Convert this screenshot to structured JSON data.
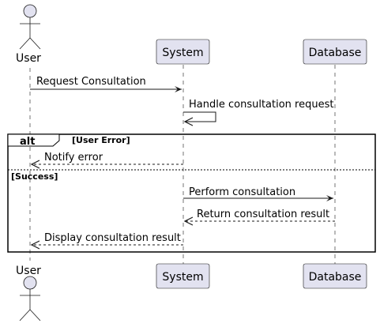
{
  "participants": {
    "user": {
      "label": "User",
      "type": "actor"
    },
    "system": {
      "label": "System",
      "type": "participant"
    },
    "database": {
      "label": "Database",
      "type": "participant"
    }
  },
  "messages": [
    {
      "label": "Request Consultation",
      "from": "User",
      "to": "System",
      "style": "solid"
    },
    {
      "label": "Handle consultation request",
      "from": "System",
      "to": "System",
      "style": "solid"
    },
    {
      "label": "Notify error",
      "from": "System",
      "to": "User",
      "style": "dashed"
    },
    {
      "label": "Perform consultation",
      "from": "System",
      "to": "Database",
      "style": "solid"
    },
    {
      "label": "Return consultation result",
      "from": "Database",
      "to": "System",
      "style": "dashed"
    },
    {
      "label": "Display consultation result",
      "from": "System",
      "to": "User",
      "style": "dashed"
    }
  ],
  "fragment": {
    "operator": "alt",
    "guards": [
      "[User Error]",
      "[Success]"
    ]
  },
  "colors": {
    "participant_fill": "#e2e2f0",
    "participant_border": "#181818",
    "lifeline": "#181818"
  }
}
